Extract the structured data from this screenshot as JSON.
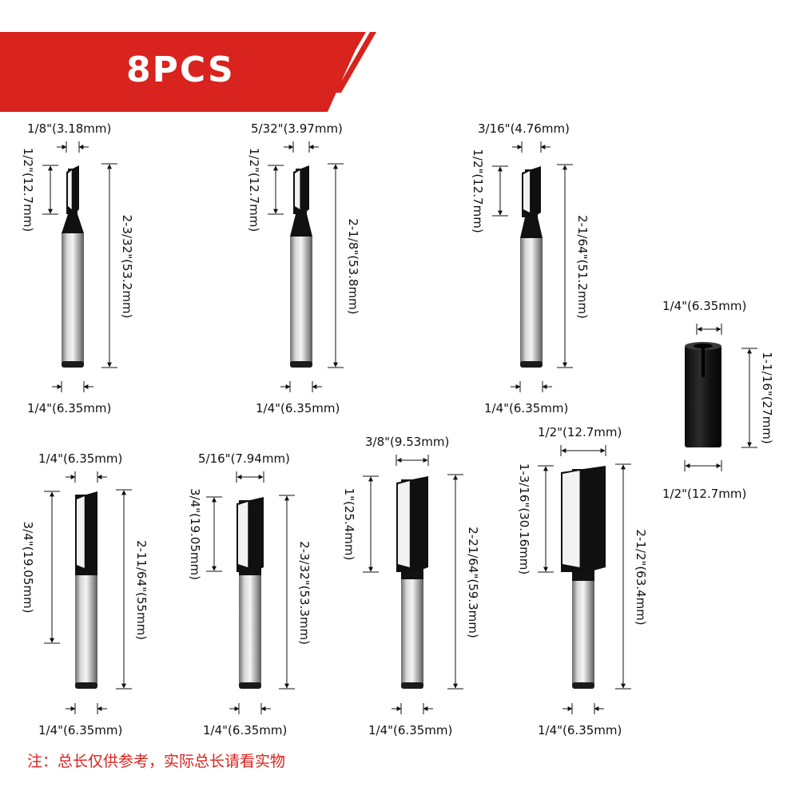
{
  "banner": {
    "title": "8PCS",
    "color": "#d8231e"
  },
  "note": "注：总长仅供参考，实际总长请看实物",
  "bits": [
    {
      "id": "bit-1",
      "cut_dia": "1/8\"(3.18mm)",
      "cut_len": "1/2\"(12.7mm)",
      "total_len": "2-3/32\"(53.2mm)",
      "shank": "1/4\"(6.35mm)"
    },
    {
      "id": "bit-2",
      "cut_dia": "5/32\"(3.97mm)",
      "cut_len": "1/2\"(12.7mm)",
      "total_len": "2-1/8\"(53.8mm)",
      "shank": "1/4\"(6.35mm)"
    },
    {
      "id": "bit-3",
      "cut_dia": "3/16\"(4.76mm)",
      "cut_len": "1/2\"(12.7mm)",
      "total_len": "2-1/64\"(51.2mm)",
      "shank": "1/4\"(6.35mm)"
    },
    {
      "id": "bit-4",
      "cut_dia": "1/4\"(6.35mm)",
      "cut_len": "3/4\"(19.05mm)",
      "total_len": "2-11/64\"(55mm)",
      "shank": "1/4\"(6.35mm)"
    },
    {
      "id": "bit-5",
      "cut_dia": "5/16\"(7.94mm)",
      "cut_len": "3/4\"(19.05mm)",
      "total_len": "2-3/32\"(53.3mm)",
      "shank": "1/4\"(6.35mm)"
    },
    {
      "id": "bit-6",
      "cut_dia": "3/8\"(9.53mm)",
      "cut_len": "1\"(25.4mm)",
      "total_len": "2-21/64\"(59.3mm)",
      "shank": "1/4\"(6.35mm)"
    },
    {
      "id": "bit-7",
      "cut_dia": "1/2\"(12.7mm)",
      "cut_len": "1-3/16\"(30.16mm)",
      "total_len": "2-1/2\"(63.4mm)",
      "shank": "1/4\"(6.35mm)"
    }
  ],
  "sleeve": {
    "inner_dia": "1/4\"(6.35mm)",
    "length": "1-1/16\"(27mm)",
    "outer_dia": "1/2\"(12.7mm)"
  }
}
